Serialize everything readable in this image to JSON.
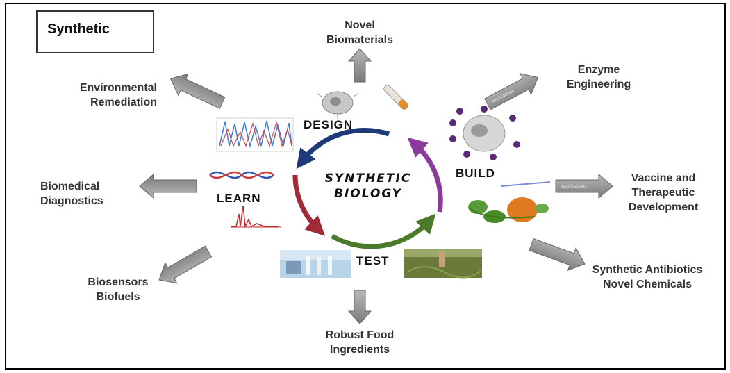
{
  "title_box": {
    "text": "Synthetic"
  },
  "center": {
    "line1": "SYNTHETIC",
    "line2": "BIOLOGY"
  },
  "stages": {
    "design": "DESIGN",
    "build": "BUILD",
    "test": "TEST",
    "learn": "LEARN"
  },
  "arrow_tag": "Applications",
  "applications": {
    "novel_biomaterials": [
      "Novel",
      "Biomaterials"
    ],
    "enzyme_engineering": [
      "Enzyme",
      "Engineering"
    ],
    "environmental_remediation": [
      "Environmental",
      "Remediation"
    ],
    "vaccine": [
      "Vaccine and",
      "Therapeutic",
      "Development"
    ],
    "biomedical_diagnostics": [
      "Biomedical",
      "Diagnostics"
    ],
    "antibiotics": [
      "Synthetic Antibiotics",
      "Novel Chemicals"
    ],
    "biosensors": [
      "Biosensors",
      "Biofuels"
    ],
    "food": [
      "Robust Food",
      "Ingredients"
    ]
  },
  "colors": {
    "design_arrow": "#1f3a7a",
    "build_arrow": "#8a3a9a",
    "test_arrow": "#4a7a2a",
    "learn_arrow": "#a02a35",
    "app_arrow": "#8a8a8a"
  }
}
